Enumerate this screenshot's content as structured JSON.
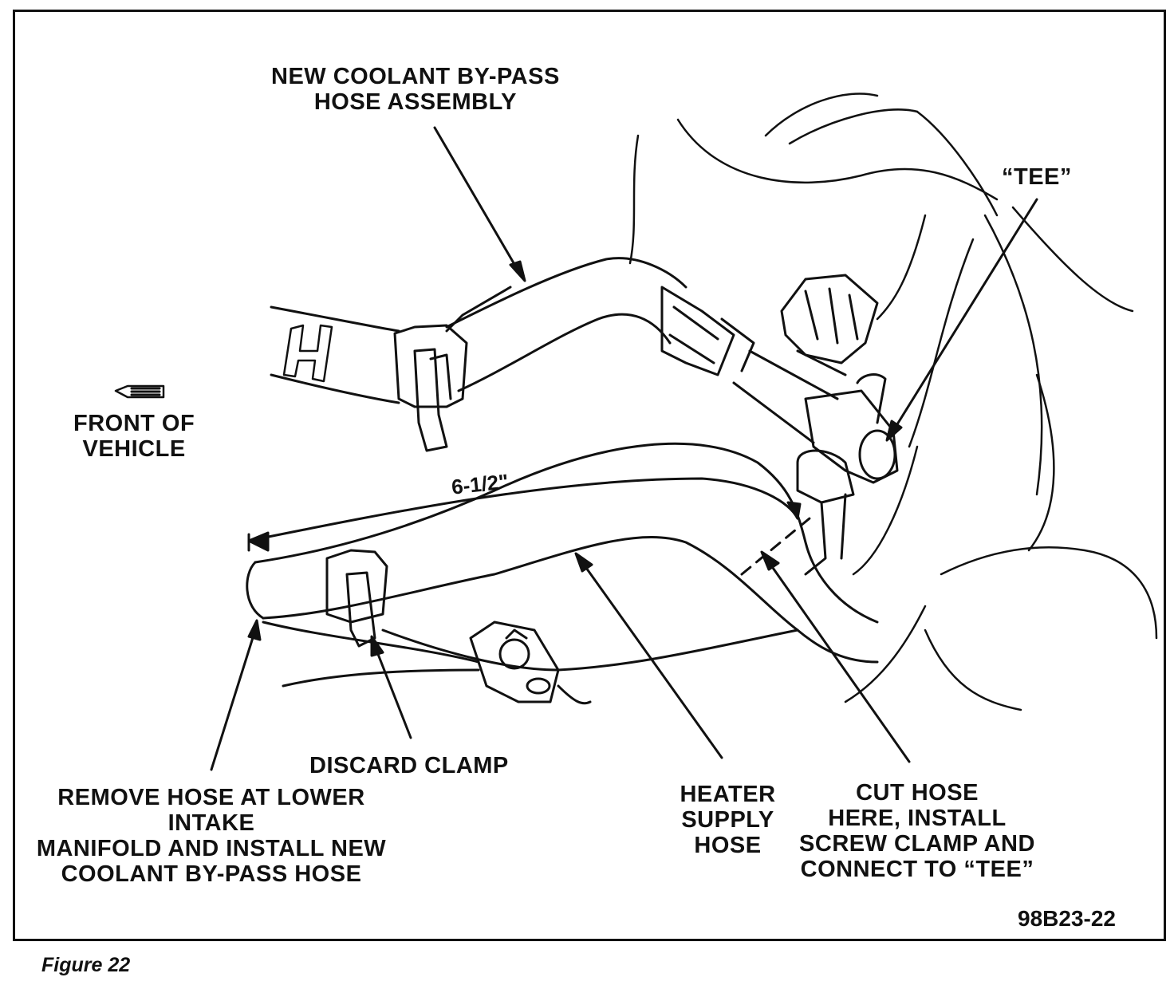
{
  "labels": {
    "bypass_hose": [
      "NEW COOLANT BY-PASS",
      "HOSE ASSEMBLY"
    ],
    "tee": "“TEE”",
    "front": [
      "FRONT OF",
      "VEHICLE"
    ],
    "dimension": "6-1/2\"",
    "discard_clamp": "DISCARD CLAMP",
    "remove_hose": [
      "REMOVE HOSE AT LOWER",
      "INTAKE",
      "MANIFOLD AND INSTALL NEW",
      "COOLANT BY-PASS HOSE"
    ],
    "heater_supply": [
      "HEATER",
      "SUPPLY",
      "HOSE"
    ],
    "cut_hose": [
      "CUT HOSE",
      "HERE, INSTALL",
      "SCREW CLAMP AND",
      "CONNECT TO “TEE”"
    ],
    "figure_code": "98B23-22",
    "hose_marking": "H"
  },
  "caption": "Figure 22"
}
